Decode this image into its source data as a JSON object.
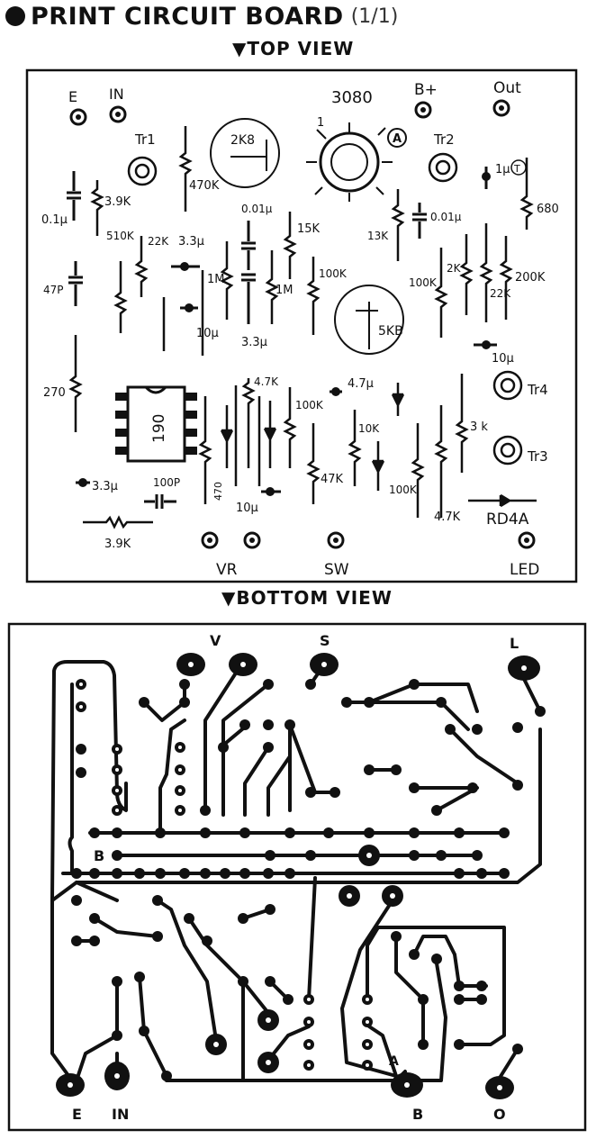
{
  "header": {
    "title": "PRINT CIRCUIT BOARD",
    "page": "(1/1)"
  },
  "top_view": {
    "heading": "▼TOP VIEW",
    "terminals": {
      "e": "E",
      "in": "IN",
      "b_plus": "B+",
      "out": "Out",
      "vr": "VR",
      "sw": "SW",
      "led": "LED"
    },
    "labels": {
      "ic_3080": "3080",
      "pin1": "1",
      "marker_a": "A",
      "tr1": "Tr1",
      "tr2": "Tr2",
      "tr3": "Tr3",
      "tr4": "Tr4",
      "pot_2k8": "2K8",
      "pot_5k8": "5KB",
      "ic_190": "190",
      "r_470k": "470K",
      "r_3_9k_a": "3.9K",
      "c_0_1u": "0.1μ",
      "r_510k": "510K",
      "r_22k_a": "22K",
      "c_3_3u_a": "3.3μ",
      "c_0_01u_a": "0.01μ",
      "r_15k": "15K",
      "r_13k": "13K",
      "c_0_01u_b": "0.01μ",
      "r_680": "680",
      "c_1u": "1μ",
      "c_1u_t": "T",
      "c_47p": "47P",
      "r_1m_a": "1M",
      "r_1m_b": "1M",
      "c_10u_a": "10μ",
      "c_3_3u_b": "3.3μ",
      "r_100k_a": "100K",
      "r_100k_b": "100K",
      "r_2k": "2K",
      "r_22k_b": "22K",
      "r_200k": "200K",
      "c_10u_b": "10μ",
      "r_270": "270",
      "r_4_7k_a": "4.7K",
      "r_100k_c": "100K",
      "c_4_7u": "4.7μ",
      "r_10k": "10K",
      "r_3k": "3 k",
      "r_470": "470",
      "r_47k": "47K",
      "r_100k_d": "100K",
      "r_4_7k_b": "4.7K",
      "c_3_3u_c": "3.3μ",
      "c_100p": "100P",
      "c_10u_c": "10μ",
      "d_rd4a": "RD4A",
      "r_3_9k_b": "3.9K"
    }
  },
  "bottom_view": {
    "heading": "▼BOTTOM VIEW",
    "labels": {
      "v": "V",
      "s": "S",
      "l": "L",
      "b_left": "B",
      "a": "A",
      "e": "E",
      "in": "IN",
      "b_bottom": "B",
      "o": "O"
    }
  },
  "colors": {
    "ink": "#111111",
    "paper": "#ffffff"
  }
}
